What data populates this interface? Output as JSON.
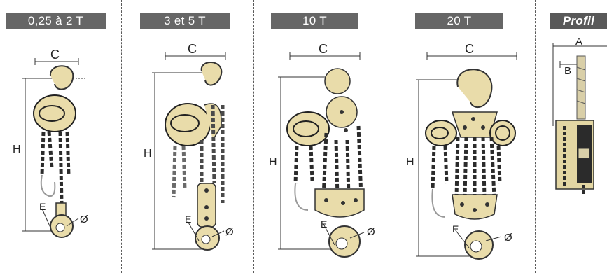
{
  "panels": [
    {
      "tab_label": "0,25 à 2 T"
    },
    {
      "tab_label": "3 et 5 T"
    },
    {
      "tab_label": "10 T"
    },
    {
      "tab_label": "20 T"
    },
    {
      "tab_label": "Profil"
    }
  ],
  "dimension_labels": {
    "width": "C",
    "height": "H",
    "hook_opening": "E",
    "hook_diameter": "Ø",
    "profile_width": "A",
    "profile_offset": "B"
  },
  "colors": {
    "tab_background": "#666666",
    "hoist_body": "#e9dcaa",
    "chain": "#2b2b2b",
    "separator": "#5a5a5a"
  }
}
